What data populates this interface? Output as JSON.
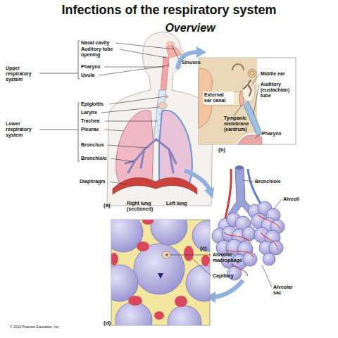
{
  "diagram": {
    "title": "Infections of the respiratory system",
    "labels": [
      "Overview",
      "Upper respiratory system",
      "Nasal cavity",
      "Auditory tube opening",
      "Pharynx",
      "Uvula",
      "Epiglottis",
      "Larynx",
      "Trachea",
      "Pleurae",
      "Bronchus",
      "Bronchiole",
      "Lower respiratory system",
      "Diaphragm",
      "Sinuses",
      "(a)",
      "Right lung (sectioned)",
      "Left lung",
      "Middle ear",
      "External ear canal",
      "Auditory (eustachian) tube",
      "Tympanic membrane (eardrum)",
      "Pharynx",
      "(b)",
      "Bronchiole",
      "Alveoli",
      "(c)",
      "Alveolar sac",
      "Alveolar macrophage",
      "Capillary",
      "(d)",
      "© 2010 Pearson Education, Inc."
    ]
  }
}
